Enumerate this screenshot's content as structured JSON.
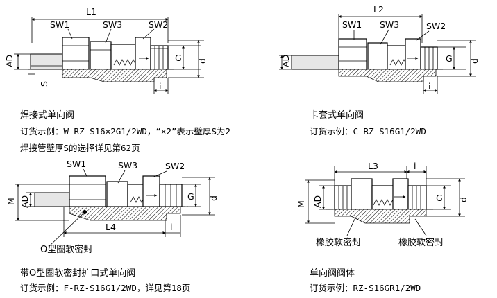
{
  "variants": [
    {
      "name": "焊接式单向阀",
      "order_example": "订货示例：W-RZ-S16×2G1/2WD，“×2”表示壁厚S为2",
      "note": "焊接管壁厚S的选择详见第62页",
      "labels": {
        "length": "L1",
        "sw1": "SW1",
        "sw3": "SW3",
        "sw2": "SW2",
        "ad": "AD",
        "s": "S",
        "g": "G",
        "d": "d",
        "i": "i"
      }
    },
    {
      "name": "卡套式单向阀",
      "order_example": "订货示例：C-RZ-S16G1/2WD",
      "labels": {
        "length": "L2",
        "sw1": "SW1",
        "sw3": "SW3",
        "sw2": "SW2",
        "ad": "AD",
        "g": "G",
        "d": "d",
        "i": "i"
      }
    },
    {
      "name": "带O型圈软密封扩口式单向阀",
      "order_example": "订货示例：F-RZ-S16G1/2WD，详见第18页",
      "labels": {
        "length": "L4",
        "sw1": "SW1",
        "sw3": "SW3",
        "sw2": "SW2",
        "m": "M",
        "ad": "AD",
        "g": "G",
        "d": "d",
        "i": "i",
        "seal": "O型圈软密封"
      }
    },
    {
      "name": "单向阀阀体",
      "order_example": "订货示例：RZ-S16GR1/2WD",
      "labels": {
        "length": "L3",
        "i": "i",
        "m": "M",
        "ad": "AD",
        "g": "G",
        "d": "d",
        "seal_left": "橡胶软密封",
        "seal_right": "橡胶软密封"
      }
    }
  ]
}
